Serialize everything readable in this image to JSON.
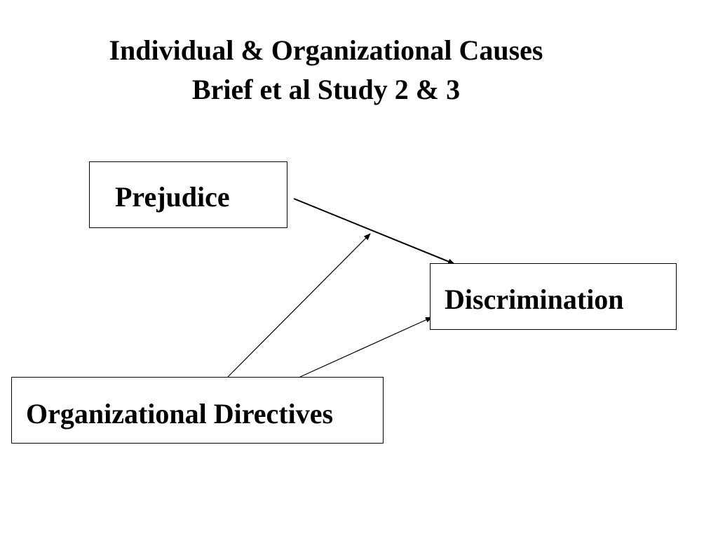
{
  "title": {
    "line1": "Individual & Organizational Causes",
    "line2": "Brief et al Study 2 & 3"
  },
  "nodes": {
    "prejudice": "Prejudice",
    "discrimination": "Discrimination",
    "directives": "Organizational Directives"
  },
  "edges": [
    {
      "from": "Prejudice",
      "to": "Discrimination"
    },
    {
      "from": "Organizational Directives",
      "to": "Discrimination"
    },
    {
      "from": "Organizational Directives",
      "to": "Prejudice → Discrimination path"
    }
  ],
  "colors": {
    "line": "#000000",
    "background": "#ffffff"
  }
}
